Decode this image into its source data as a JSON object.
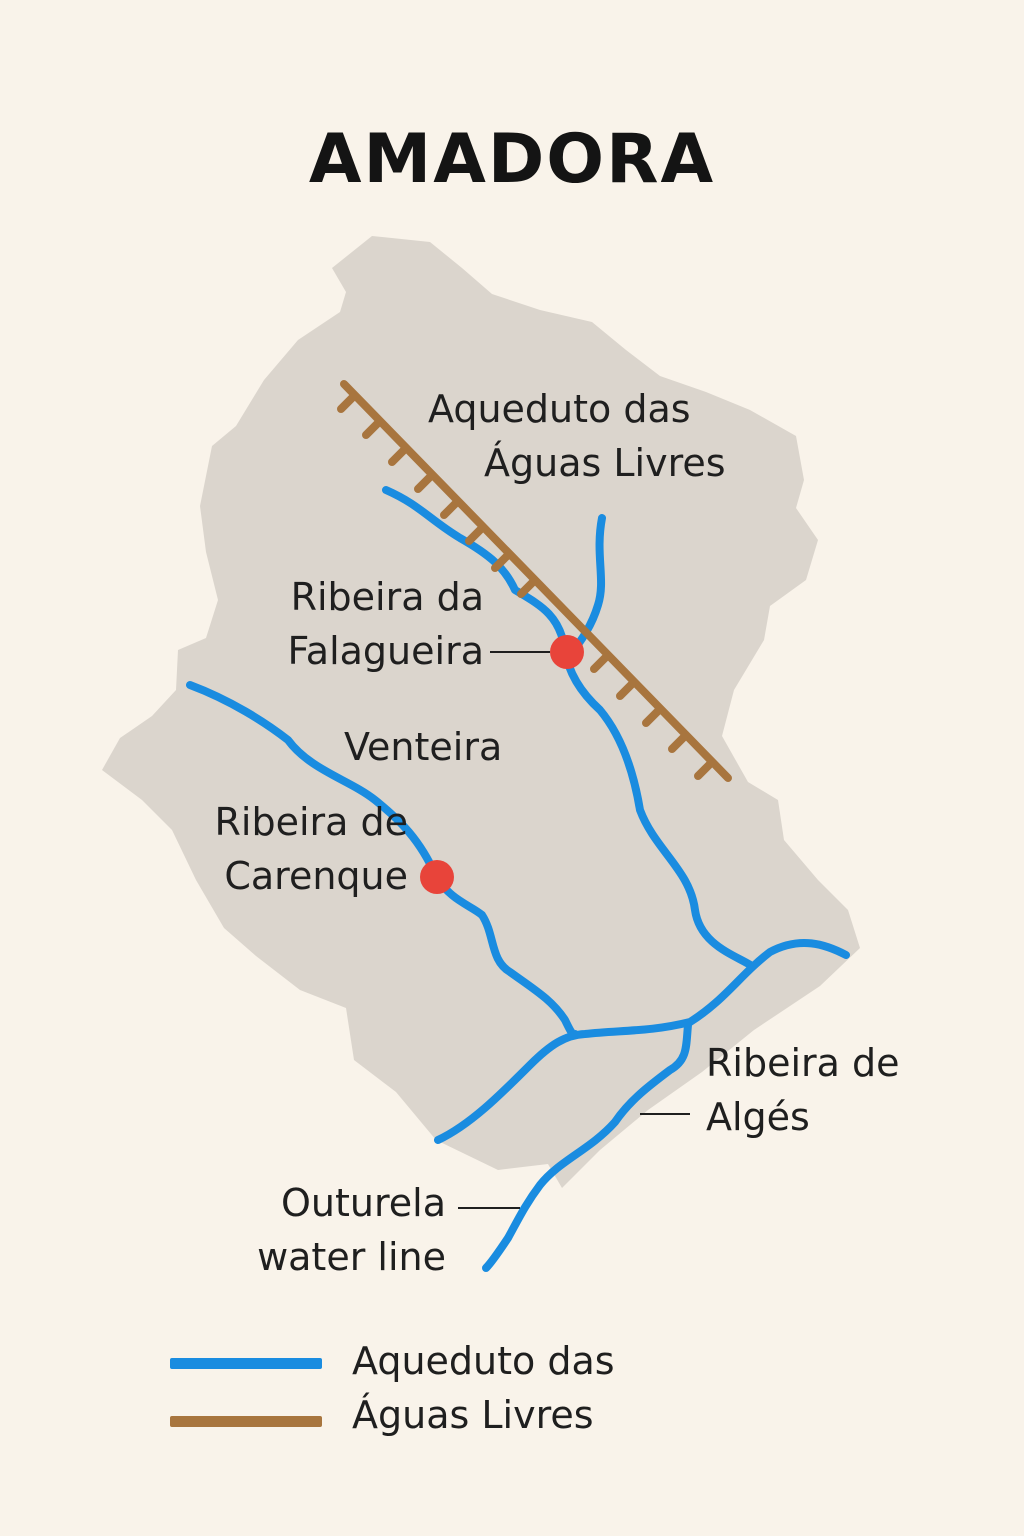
{
  "title": "AMADORA",
  "labels": {
    "aqueduct": [
      "Aqueduto das",
      "Águas Livres"
    ],
    "falagueira": [
      "Ribeira da",
      "Falagueira"
    ],
    "venteira": "Venteira",
    "carenque": [
      "Ribeira de",
      "Carenque"
    ],
    "alges": [
      "Ribeira de",
      "Algés"
    ],
    "outurela": [
      "Outurela",
      "water line"
    ]
  },
  "legend": {
    "label": [
      "Aqueduto das",
      "Águas Livres"
    ],
    "symbols": [
      {
        "name": "water-line",
        "color": "#1a8ce0"
      },
      {
        "name": "aqueduct",
        "color": "#a8753e"
      }
    ]
  },
  "colors": {
    "background": "#f9f3ea",
    "land": "#dbd5cd",
    "water": "#1a8ce0",
    "aqueduct": "#a8753e",
    "point": "#e8443a",
    "text": "#1f1f1f"
  }
}
